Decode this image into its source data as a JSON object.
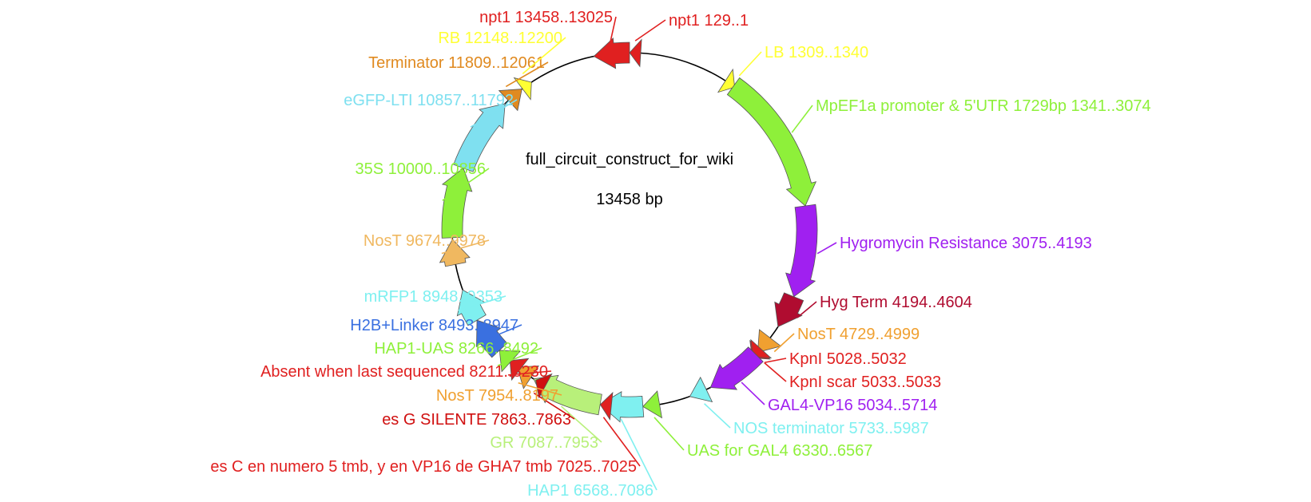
{
  "plasmid": {
    "name": "full_circuit_construct_for_wiki",
    "size_label": "13458 bp",
    "total_bp": 13458
  },
  "features": [
    {
      "id": "npt1-a",
      "label": "npt1 13458..13025",
      "start": 13025,
      "end": 13458,
      "strand": -1,
      "color": "#e02020"
    },
    {
      "id": "npt1-b",
      "label": "npt1 129..1",
      "start": 1,
      "end": 129,
      "strand": -1,
      "color": "#e02020"
    },
    {
      "id": "lb",
      "label": "LB 1309..1340",
      "start": 1309,
      "end": 1340,
      "strand": 1,
      "color": "#ffff33"
    },
    {
      "id": "mpef1a",
      "label": "MpEF1a promoter & 5'UTR 1729bp 1341..3074",
      "start": 1341,
      "end": 3074,
      "strand": 1,
      "color": "#8ef03a"
    },
    {
      "id": "hygr",
      "label": "Hygromycin Resistance 3075..4193",
      "start": 3075,
      "end": 4193,
      "strand": 1,
      "color": "#a020f0"
    },
    {
      "id": "hygterm",
      "label": "Hyg Term 4194..4604",
      "start": 4194,
      "end": 4604,
      "strand": 1,
      "color": "#b00c30"
    },
    {
      "id": "nost1",
      "label": "NosT 4729..4999",
      "start": 4729,
      "end": 4999,
      "strand": 1,
      "color": "#f0a030"
    },
    {
      "id": "kpni",
      "label": "KpnI 5028..5032",
      "start": 5028,
      "end": 5032,
      "strand": 1,
      "color": "#e02020"
    },
    {
      "id": "kpniscar",
      "label": "KpnI scar 5033..5033",
      "start": 5033,
      "end": 5033,
      "strand": 1,
      "color": "#e02020"
    },
    {
      "id": "gal4vp16",
      "label": "GAL4-VP16 5034..5714",
      "start": 5034,
      "end": 5714,
      "strand": 1,
      "color": "#a020f0"
    },
    {
      "id": "nosterm",
      "label": "NOS terminator 5733..5987",
      "start": 5733,
      "end": 5987,
      "strand": 1,
      "color": "#7ff0f0"
    },
    {
      "id": "uas",
      "label": "UAS for GAL4 6330..6567",
      "start": 6330,
      "end": 6567,
      "strand": 1,
      "color": "#8ef03a"
    },
    {
      "id": "hap1",
      "label": "HAP1 6568..7086",
      "start": 6568,
      "end": 7086,
      "strand": 1,
      "color": "#7ff0f0"
    },
    {
      "id": "esc",
      "label": "es C en numero 5 tmb, y en VP16 de GHA7 tmb 7025..7025",
      "start": 7025,
      "end": 7025,
      "strand": 1,
      "color": "#e02020"
    },
    {
      "id": "gr",
      "label": "GR 7087..7953",
      "start": 7087,
      "end": 7953,
      "strand": 1,
      "color": "#b8f07a"
    },
    {
      "id": "esg",
      "label": "es G SILENTE 7863..7863",
      "start": 7863,
      "end": 7863,
      "strand": 1,
      "color": "#d01010"
    },
    {
      "id": "nost2",
      "label": "NosT 7954..8197",
      "start": 7954,
      "end": 8197,
      "strand": 1,
      "color": "#f0a030"
    },
    {
      "id": "absent",
      "label": "Absent when last sequenced 8211..8230",
      "start": 8211,
      "end": 8230,
      "strand": 1,
      "color": "#e02020"
    },
    {
      "id": "hap1uas",
      "label": "HAP1-UAS 8266..8492",
      "start": 8266,
      "end": 8492,
      "strand": 1,
      "color": "#8ef03a"
    },
    {
      "id": "h2b",
      "label": "H2B+Linker 8493..8947",
      "start": 8493,
      "end": 8947,
      "strand": 1,
      "color": "#3a70e0"
    },
    {
      "id": "mrfp1",
      "label": "mRFP1 8948..9353",
      "start": 8948,
      "end": 9353,
      "strand": 1,
      "color": "#7ff0f0"
    },
    {
      "id": "nost3",
      "label": "NosT 9674..9978",
      "start": 9674,
      "end": 9978,
      "strand": 1,
      "color": "#f0b860"
    },
    {
      "id": "35s",
      "label": "35S 10000..10856",
      "start": 10000,
      "end": 10856,
      "strand": 1,
      "color": "#8ef03a"
    },
    {
      "id": "egfp",
      "label": "eGFP-LTI 10857..11792",
      "start": 10857,
      "end": 11792,
      "strand": 1,
      "color": "#7fe0f0"
    },
    {
      "id": "term",
      "label": "Terminator 11809..12061",
      "start": 11809,
      "end": 12061,
      "strand": 1,
      "color": "#e08a20"
    },
    {
      "id": "rb",
      "label": "RB 12148..12200",
      "start": 12148,
      "end": 12200,
      "strand": 1,
      "color": "#ffff33"
    }
  ]
}
